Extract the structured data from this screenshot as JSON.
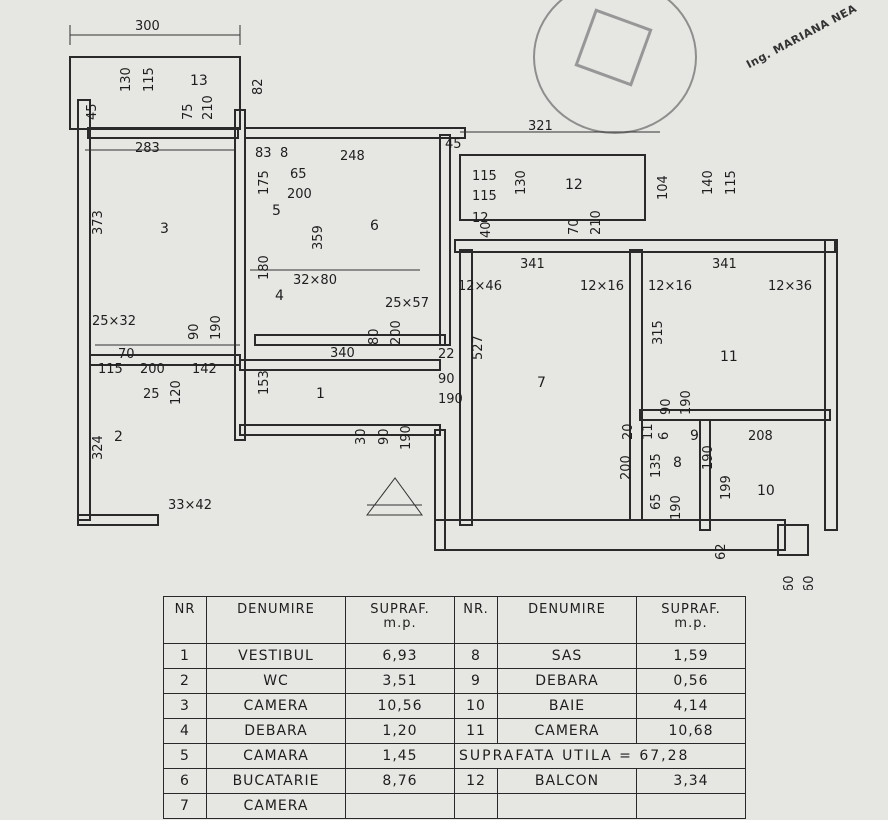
{
  "stamp": {
    "engineer": "Ing. MARIANA NEA"
  },
  "rooms": {
    "r1": "1",
    "r2": "2",
    "r3": "3",
    "r4": "4",
    "r5": "5",
    "r6": "6",
    "r7": "7",
    "r8": "8",
    "r9": "9",
    "r10": "10",
    "r11": "11",
    "r12": "12",
    "r13": "13"
  },
  "dimensions": [
    "300",
    "130",
    "115",
    "82",
    "45",
    "75",
    "210",
    "283",
    "83",
    "8",
    "248",
    "45",
    "321",
    "175",
    "65",
    "200",
    "373",
    "359",
    "32×80",
    "180",
    "115",
    "130",
    "115",
    "12",
    "140",
    "115",
    "104",
    "70",
    "210",
    "40",
    "341",
    "341",
    "12×46",
    "12×16",
    "12×16",
    "12×36",
    "25×32",
    "90",
    "190",
    "25×57",
    "340",
    "80",
    "200",
    "22",
    "527",
    "315",
    "70",
    "200",
    "142",
    "153",
    "90",
    "190",
    "115",
    "25",
    "120",
    "324",
    "30",
    "90",
    "190",
    "33×42",
    "20",
    "11",
    "6",
    "90",
    "190",
    "208",
    "200",
    "135",
    "199",
    "190",
    "62",
    "60",
    "60",
    "65",
    "190"
  ],
  "table": {
    "headers": {
      "nr": "NR",
      "name": "DENUMIRE",
      "area": "SUPRAF.",
      "unit": "m.p.",
      "nr2": "NR.",
      "name2": "DENUMIRE",
      "area2": "SUPRAF.",
      "unit2": "m.p."
    },
    "left": [
      {
        "nr": "1",
        "name": "VESTIBUL",
        "area": "6,93"
      },
      {
        "nr": "2",
        "name": "WC",
        "area": "3,51"
      },
      {
        "nr": "3",
        "name": "CAMERA",
        "area": "10,56"
      },
      {
        "nr": "4",
        "name": "DEBARA",
        "area": "1,20"
      },
      {
        "nr": "5",
        "name": "CAMARA",
        "area": "1,45"
      },
      {
        "nr": "6",
        "name": "BUCATARIE",
        "area": "8,76"
      },
      {
        "nr": "7",
        "name": "CAMERA",
        "area": ""
      }
    ],
    "right": [
      {
        "nr": "8",
        "name": "SAS",
        "area": "1,59"
      },
      {
        "nr": "9",
        "name": "DEBARA",
        "area": "0,56"
      },
      {
        "nr": "10",
        "name": "BAIE",
        "area": "4,14"
      },
      {
        "nr": "11",
        "name": "CAMERA",
        "area": "10,68"
      }
    ],
    "total_label": "SUPRAFATA UTILA = 67,28",
    "balcony": {
      "nr": "12",
      "name": "BALCON",
      "area": "3,34"
    }
  }
}
